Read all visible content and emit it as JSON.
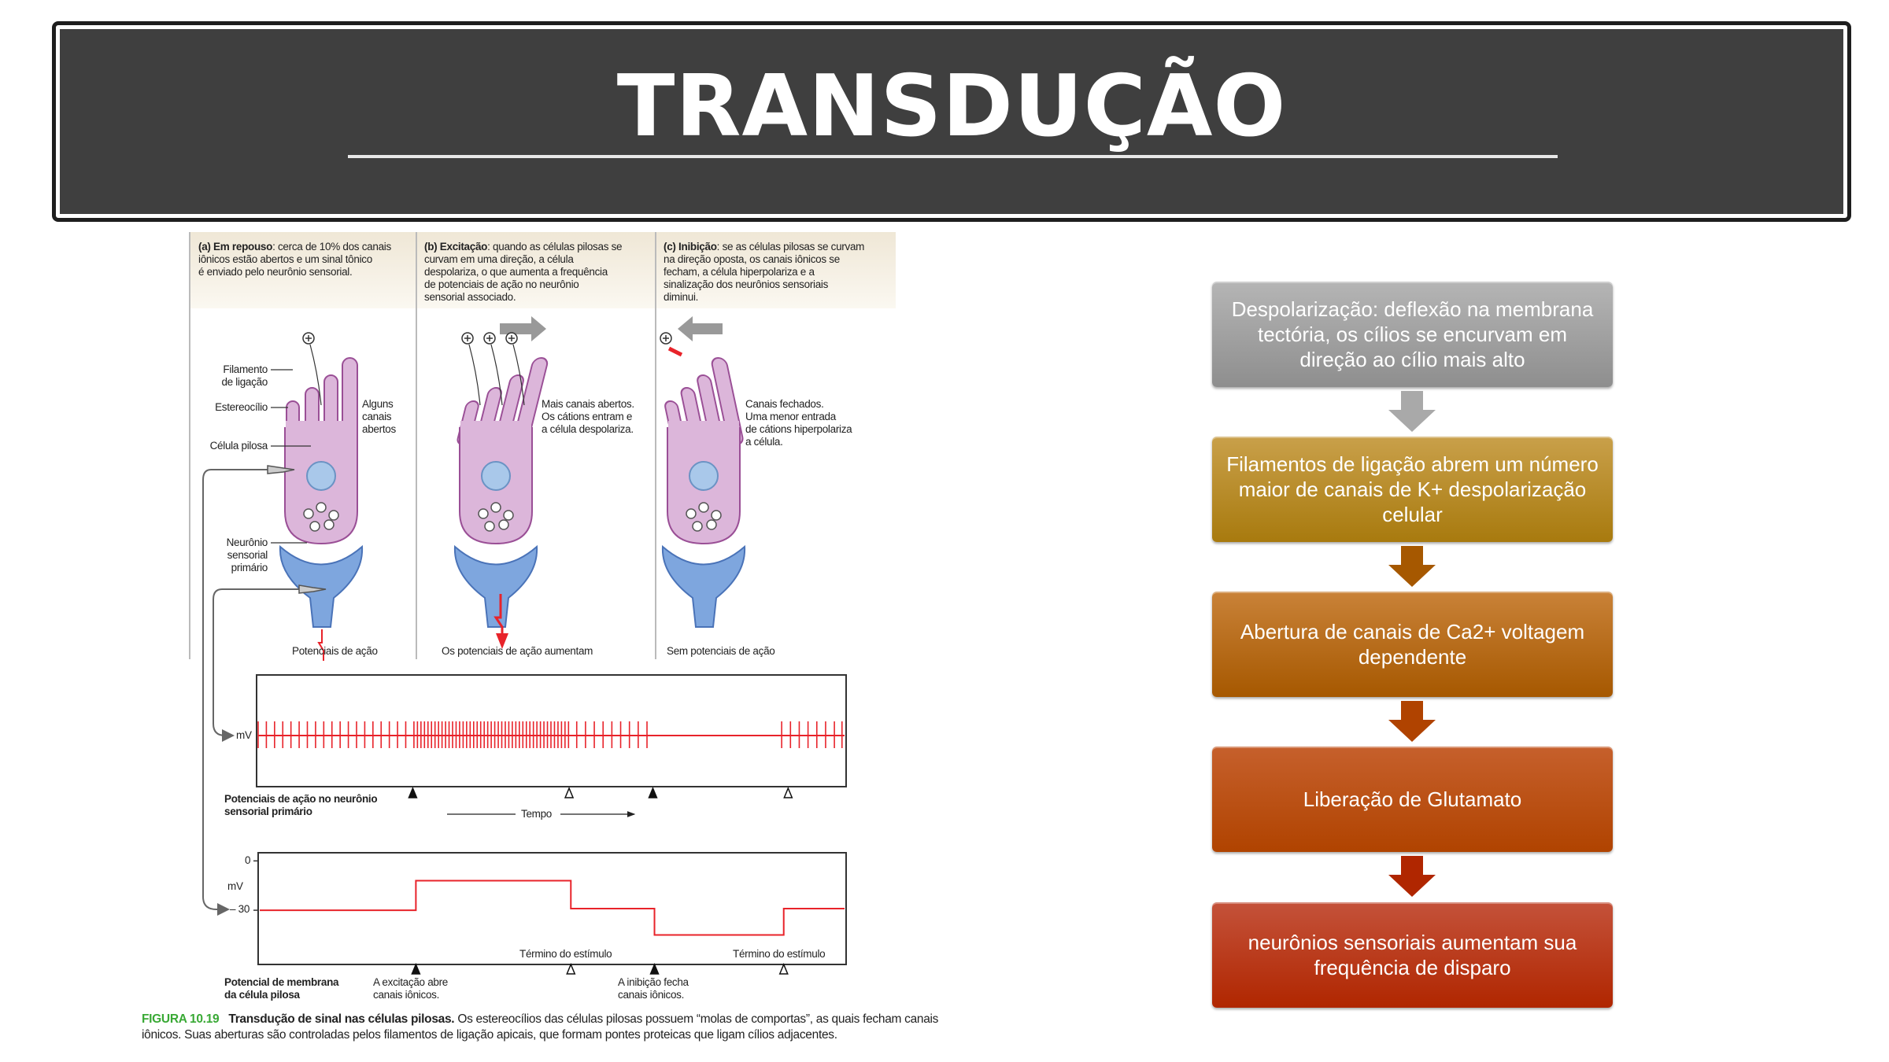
{
  "slide": {
    "title": "TRANSDUÇÃO"
  },
  "figure": {
    "panels": [
      {
        "head_bold": "(a) Em repouso",
        "head_text": ": cerca de 10% dos canais\niônicos estão abertos e um sinal tônico\né enviado pelo neurônio sensorial.",
        "result": "Potenciais de ação",
        "note": "Alguns\ncanais\nabertos"
      },
      {
        "head_bold": "(b) Excitação",
        "head_text": ": quando as células pilosas se\ncurvam em uma direção, a célula\ndespolariza, o que aumenta a frequência\nde potenciais de ação no neurônio\nsensorial associado.",
        "result": "Os potenciais de ação aumentam",
        "note": "Mais canais abertos.\nOs cátions entram e\na célula despolariza."
      },
      {
        "head_bold": "(c) Inibição",
        "head_text": ": se as células pilosas se curvam\nna direção oposta, os canais iônicos se\nfecham, a célula hiperpolariza e a\nsinalização dos neurônios sensoriais\ndiminui.",
        "result": "Sem potenciais de ação",
        "note": "Canais fechados.\nUma menor entrada\nde cátions hiperpolariza\na célula."
      }
    ],
    "labels": {
      "filamento": "Filamento\nde ligação",
      "estereocilio": "Estereocílio",
      "celula": "Célula pilosa",
      "neuronio": "Neurônio\nsensorial\nprimário"
    },
    "caption": {
      "figure_no": "FIGURA 10.19",
      "bold": "Transdução de sinal nas células pilosas.",
      "text": " Os estereocílios das células pilosas possuem “molas de comportas”, as quais fecham canais iônicos. Suas aberturas são controladas pelos filamentos de ligação apicais, que formam pontes proteicas que ligam cílios adjacentes."
    }
  },
  "chart_data": [
    {
      "type": "line",
      "title": "Potenciais de ação no neurônio sensorial primário",
      "ylabel": "mV",
      "xlabel": "Tempo",
      "xlim": [
        0,
        100
      ],
      "spikes": [
        0,
        1.4,
        2.8,
        4.2,
        5.6,
        7,
        8.4,
        9.8,
        11.2,
        12.6,
        14,
        15.4,
        16.8,
        18.2,
        19.6,
        21,
        22.4,
        23.8,
        25.2,
        26.6,
        27.2,
        27.8,
        28.4,
        29,
        29.6,
        30.2,
        30.8,
        31.4,
        32,
        32.6,
        33.2,
        33.8,
        34.4,
        35,
        35.6,
        36.2,
        36.8,
        37.4,
        38,
        38.6,
        39.2,
        39.8,
        40.4,
        41,
        41.6,
        42.2,
        42.8,
        43.4,
        44,
        44.6,
        45.2,
        45.8,
        46.4,
        47,
        47.6,
        48.2,
        48.8,
        49.4,
        50,
        50.6,
        51.2,
        51.8,
        52.4,
        53,
        54.4,
        55.9,
        57.4,
        58.9,
        60.4,
        61.9,
        63.4,
        64.9,
        66.4,
        89.4,
        90.9,
        92.4,
        93.9,
        95.4,
        96.9,
        98.4,
        99.7
      ],
      "stimulus_start": [
        26.4,
        67.4
      ],
      "stimulus_end": [
        53.1,
        90.5
      ],
      "color": "#e8232a"
    },
    {
      "type": "line",
      "title": "Potencial de membrana\nda célula pilosa",
      "ylabel": "mV",
      "ylim": [
        -62,
        4
      ],
      "yticks": [
        {
          "value": 0,
          "label": "0"
        },
        {
          "value": -30,
          "label": "– 30"
        }
      ],
      "x": [
        0,
        26.7,
        53.2,
        67.5,
        89.6,
        100
      ],
      "levels": [
        -30,
        -12,
        -29,
        -45,
        -29
      ],
      "stimulus_start": [
        26.7,
        67.5
      ],
      "stimulus_end": [
        53.2,
        89.6
      ],
      "annotations_top": [
        "Término do estímulo",
        "Término do estímulo"
      ],
      "annotations_bottom": [
        "A excitação abre\ncanais iônicos.",
        "A inibição fecha\ncanais iônicos."
      ],
      "color": "#e8232a"
    }
  ],
  "flowchart": {
    "steps": [
      {
        "text": "Despolarização: deflexão na membrana tectória, os cílios se encurvam em direção ao cílio mais alto",
        "color_top": "#b5b5b5",
        "color_bottom": "#8e8e8e"
      },
      {
        "text": "Filamentos de ligação abrem um número maior de canais de K+ despolarização celular",
        "color_top": "#c9a04a",
        "color_bottom": "#a87a0e"
      },
      {
        "text": "Abertura de canais de Ca2+ voltagem dependente",
        "color_top": "#c98238",
        "color_bottom": "#a65800"
      },
      {
        "text": "Liberação de Glutamato",
        "color_top": "#c6602c",
        "color_bottom": "#b04300"
      },
      {
        "text": "neurônios sensoriais aumentam sua frequência de disparo",
        "color_top": "#c4523a",
        "color_bottom": "#b02600"
      }
    ]
  }
}
